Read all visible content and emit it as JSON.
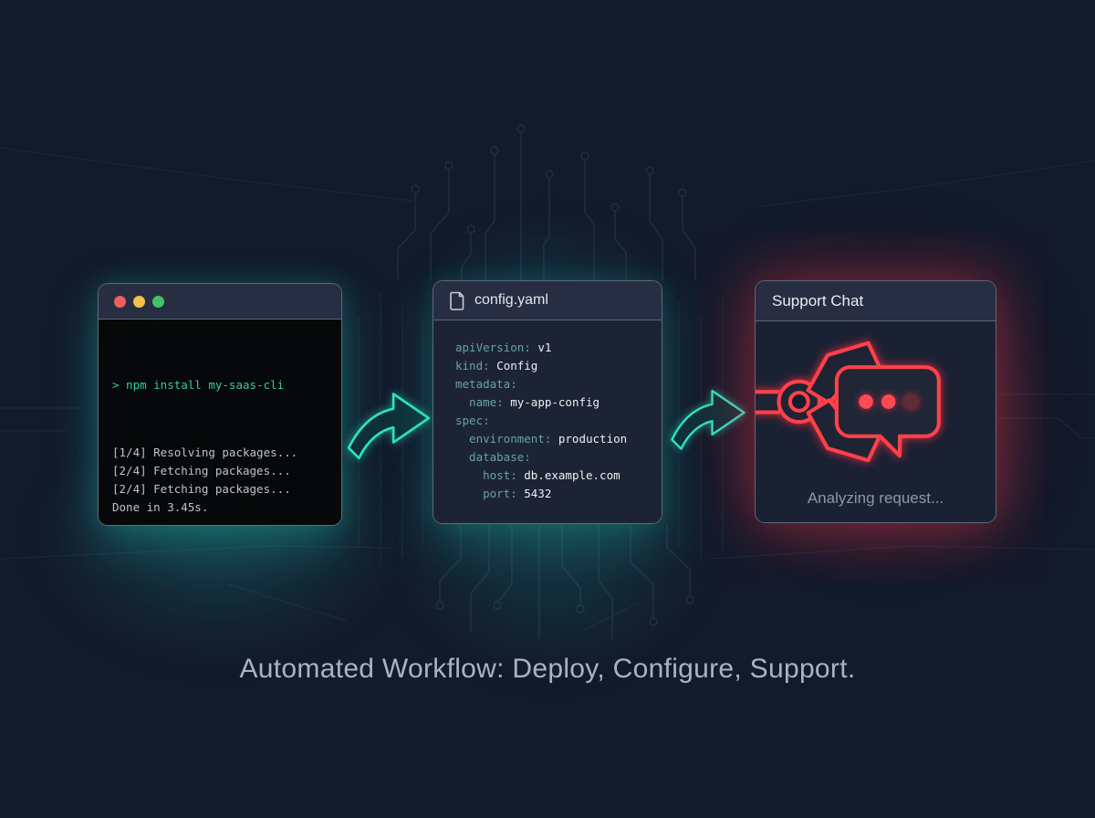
{
  "caption": "Automated Workflow: Deploy, Configure, Support.",
  "terminal": {
    "window_controls": [
      {
        "name": "close",
        "color": "#ee5f5e"
      },
      {
        "name": "minimize",
        "color": "#f2c14b"
      },
      {
        "name": "maximize",
        "color": "#43c463"
      }
    ],
    "command": "> npm install my-saas-cli",
    "output_lines": [
      "[1/4] Resolving packages...",
      "[2/4] Fetching packages...",
      "[2/4] Fetching packages...",
      "Done in 3.45s."
    ],
    "prompt": ">"
  },
  "config": {
    "filename": "config.yaml",
    "file_icon": "document-icon",
    "yaml_lines": [
      {
        "indent": 0,
        "key": "apiVersion:",
        "value": "v1"
      },
      {
        "indent": 0,
        "key": "kind:",
        "value": "Config"
      },
      {
        "indent": 0,
        "key": "metadata:",
        "value": ""
      },
      {
        "indent": 1,
        "key": "name:",
        "value": "my-app-config"
      },
      {
        "indent": 0,
        "key": "spec:",
        "value": ""
      },
      {
        "indent": 1,
        "key": "environment:",
        "value": "production"
      },
      {
        "indent": 1,
        "key": "database:",
        "value": ""
      },
      {
        "indent": 2,
        "key": "host:",
        "value": "db.example.com"
      },
      {
        "indent": 2,
        "key": "port:",
        "value": "5432"
      }
    ]
  },
  "support": {
    "title": "Support Chat",
    "status": "Analyzing request...",
    "icon": "robot-claw-chat-icon"
  },
  "colors": {
    "background": "#121a2b",
    "accent_teal": "#2be3c5",
    "accent_red": "#ff4149",
    "terminal_green": "#36cba2",
    "yaml_key": "#68a4a0",
    "text_light": "#e8ecf2",
    "text_muted": "#8d97a8",
    "trace": "#2c4053"
  }
}
